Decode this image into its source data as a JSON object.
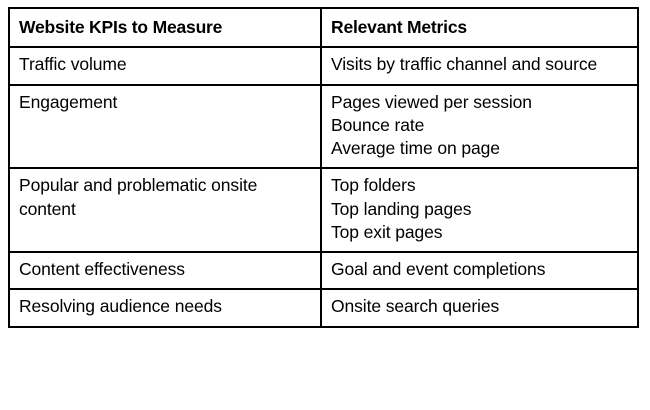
{
  "table": {
    "headers": {
      "kpi": "Website KPIs to Measure",
      "metrics": "Relevant Metrics"
    },
    "rows": [
      {
        "kpi": "Traffic volume",
        "metrics": [
          "Visits by traffic channel and source"
        ],
        "metrics_wrap": true
      },
      {
        "kpi": "Engagement",
        "metrics": [
          "Pages viewed per session",
          "Bounce rate",
          "Average time on page"
        ],
        "metrics_wrap": false
      },
      {
        "kpi": "Popular and problematic onsite content",
        "metrics": [
          "Top folders",
          "Top landing pages",
          "Top exit pages"
        ],
        "metrics_wrap": false
      },
      {
        "kpi": "Content effectiveness",
        "metrics": [
          "Goal and event completions"
        ],
        "metrics_wrap": false
      },
      {
        "kpi": "Resolving audience needs",
        "metrics": [
          "Onsite search queries"
        ],
        "metrics_wrap": false
      }
    ]
  },
  "colors": {
    "border": "#000000",
    "text": "#000000",
    "background": "#ffffff"
  }
}
